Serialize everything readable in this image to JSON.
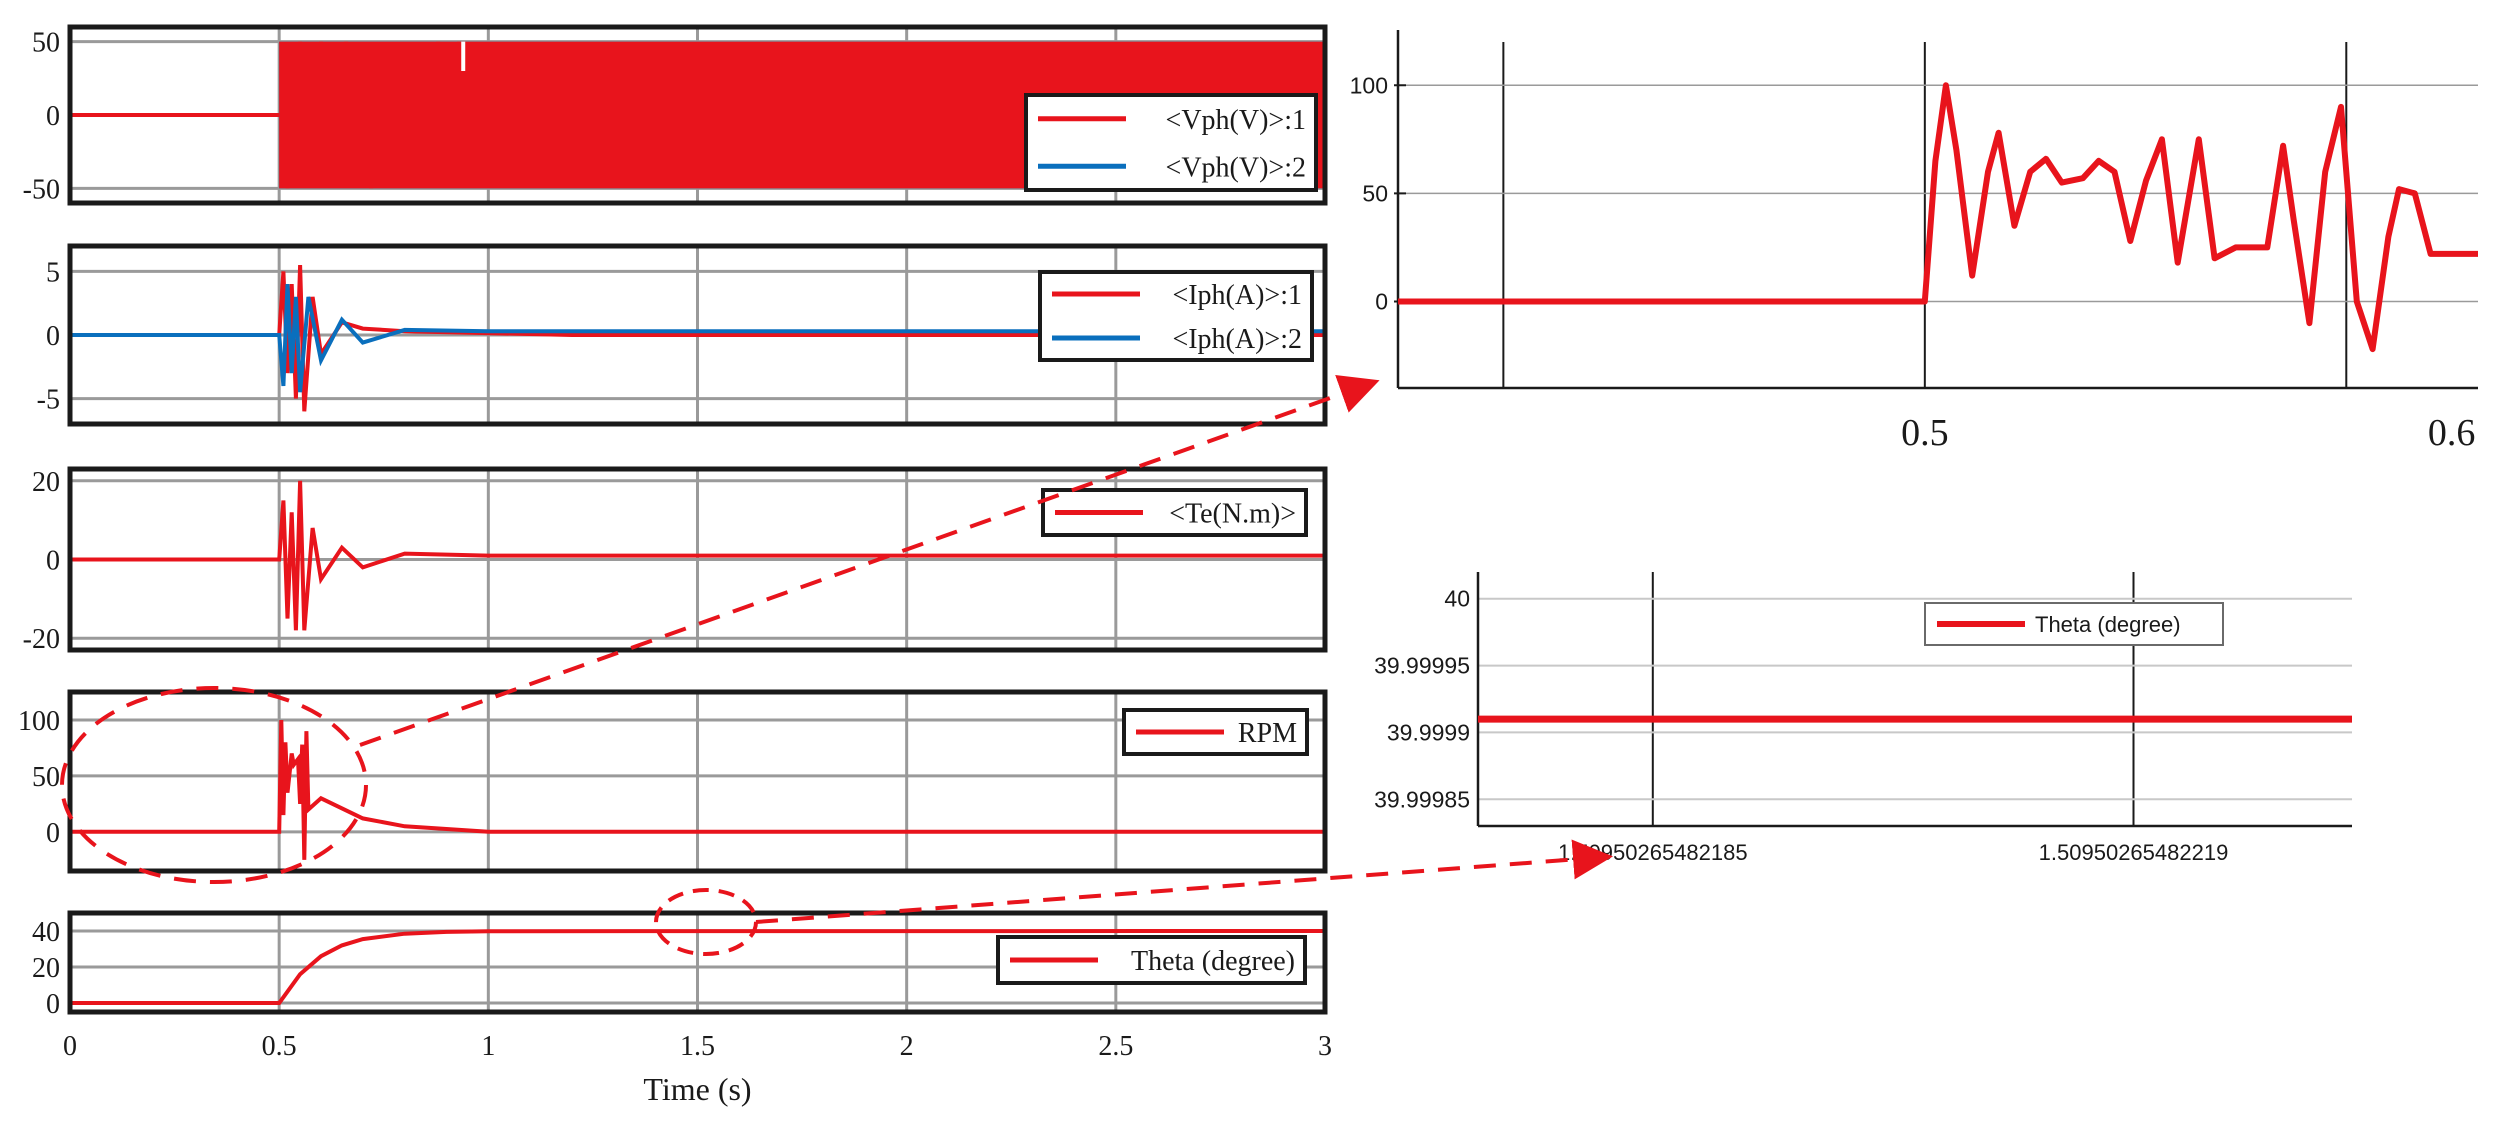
{
  "colors": {
    "series_red": "#e8141c",
    "series_blue": "#0a6fbd",
    "grid_dark": "#9a9a9a",
    "grid_light": "#c8c8c8",
    "axis": "#1a1a1a"
  },
  "chart_data": [
    {
      "id": "vph",
      "type": "line",
      "xlim": [
        0,
        3
      ],
      "ylim": [
        -60,
        60
      ],
      "yticks": [
        {
          "v": 50,
          "label": "50"
        },
        {
          "v": 0,
          "label": "0"
        },
        {
          "v": -50,
          "label": "-50"
        }
      ],
      "xticks": [
        0,
        0.5,
        1,
        1.5,
        2,
        2.5,
        3
      ],
      "legend": [
        "<Vph(V)>:1",
        "<Vph(V)>:2"
      ],
      "series": [
        {
          "name": "<Vph(V)>:1",
          "color": "red",
          "points": [
            [
              0,
              0
            ],
            [
              0.5,
              0
            ],
            [
              0.5,
              50
            ],
            [
              3,
              50
            ],
            [
              3,
              -50
            ],
            [
              0.5,
              -50
            ]
          ]
        },
        {
          "name": "<Vph(V)>:2",
          "color": "blue",
          "points": [
            [
              0,
              0
            ],
            [
              0.5,
              0
            ],
            [
              0.5,
              50
            ],
            [
              3,
              50
            ],
            [
              3,
              -50
            ],
            [
              0.5,
              -50
            ]
          ]
        }
      ]
    },
    {
      "id": "iph",
      "type": "line",
      "xlim": [
        0,
        3
      ],
      "ylim": [
        -7,
        7
      ],
      "yticks": [
        {
          "v": 5,
          "label": "5"
        },
        {
          "v": 0,
          "label": "0"
        },
        {
          "v": -5,
          "label": "-5"
        }
      ],
      "xticks": [
        0,
        0.5,
        1,
        1.5,
        2,
        2.5,
        3
      ],
      "legend": [
        "<Iph(A)>:1",
        "<Iph(A)>:2"
      ],
      "series": [
        {
          "name": "<Iph(A)>:1",
          "color": "red",
          "points": [
            [
              0,
              0
            ],
            [
              0.5,
              0
            ],
            [
              0.51,
              5
            ],
            [
              0.52,
              -3
            ],
            [
              0.53,
              4
            ],
            [
              0.54,
              -5
            ],
            [
              0.55,
              5.5
            ],
            [
              0.56,
              -6
            ],
            [
              0.58,
              3
            ],
            [
              0.6,
              -1.5
            ],
            [
              0.65,
              1
            ],
            [
              0.7,
              0.5
            ],
            [
              0.8,
              0.3
            ],
            [
              1.2,
              0
            ],
            [
              3,
              0
            ]
          ]
        },
        {
          "name": "<Iph(A)>:2",
          "color": "blue",
          "points": [
            [
              0,
              0
            ],
            [
              0.5,
              0
            ],
            [
              0.51,
              -4
            ],
            [
              0.52,
              4
            ],
            [
              0.53,
              -3
            ],
            [
              0.54,
              3
            ],
            [
              0.55,
              -4.5
            ],
            [
              0.57,
              3
            ],
            [
              0.6,
              -2
            ],
            [
              0.65,
              1.2
            ],
            [
              0.7,
              -0.6
            ],
            [
              0.8,
              0.4
            ],
            [
              1,
              0.3
            ],
            [
              3,
              0.3
            ]
          ]
        }
      ]
    },
    {
      "id": "te",
      "type": "line",
      "xlim": [
        0,
        3
      ],
      "ylim": [
        -23,
        23
      ],
      "yticks": [
        {
          "v": 20,
          "label": "20"
        },
        {
          "v": 0,
          "label": "0"
        },
        {
          "v": -20,
          "label": "-20"
        }
      ],
      "xticks": [
        0,
        0.5,
        1,
        1.5,
        2,
        2.5,
        3
      ],
      "legend": [
        "<Te(N.m)>"
      ],
      "series": [
        {
          "name": "<Te(N.m)>",
          "color": "red",
          "points": [
            [
              0,
              0
            ],
            [
              0.5,
              0
            ],
            [
              0.51,
              15
            ],
            [
              0.52,
              -15
            ],
            [
              0.53,
              12
            ],
            [
              0.54,
              -18
            ],
            [
              0.55,
              20
            ],
            [
              0.56,
              -18
            ],
            [
              0.58,
              8
            ],
            [
              0.6,
              -5
            ],
            [
              0.65,
              3
            ],
            [
              0.7,
              -2
            ],
            [
              0.8,
              1.5
            ],
            [
              1,
              1
            ],
            [
              3,
              1
            ]
          ]
        }
      ]
    },
    {
      "id": "rpm",
      "type": "line",
      "xlim": [
        0,
        3
      ],
      "ylim": [
        -35,
        125
      ],
      "yticks": [
        {
          "v": 100,
          "label": "100"
        },
        {
          "v": 50,
          "label": "50"
        },
        {
          "v": 0,
          "label": "0"
        }
      ],
      "xticks": [
        0,
        0.5,
        1,
        1.5,
        2,
        2.5,
        3
      ],
      "legend": [
        "RPM"
      ],
      "series": [
        {
          "name": "RPM",
          "color": "red",
          "points": [
            [
              0,
              0
            ],
            [
              0.5,
              0
            ],
            [
              0.505,
              100
            ],
            [
              0.51,
              15
            ],
            [
              0.515,
              80
            ],
            [
              0.52,
              35
            ],
            [
              0.53,
              70
            ],
            [
              0.535,
              60
            ],
            [
              0.545,
              65
            ],
            [
              0.55,
              25
            ],
            [
              0.555,
              78
            ],
            [
              0.56,
              -25
            ],
            [
              0.565,
              90
            ],
            [
              0.57,
              20
            ],
            [
              0.6,
              30
            ],
            [
              0.7,
              12
            ],
            [
              0.8,
              5
            ],
            [
              1,
              0
            ],
            [
              3,
              0
            ]
          ]
        }
      ]
    },
    {
      "id": "theta",
      "type": "line",
      "xlim": [
        0,
        3
      ],
      "ylim": [
        -5,
        50
      ],
      "yticks": [
        {
          "v": 40,
          "label": "40"
        },
        {
          "v": 20,
          "label": "20"
        },
        {
          "v": 0,
          "label": "0"
        }
      ],
      "xticks": [
        0,
        0.5,
        1,
        1.5,
        2,
        2.5,
        3
      ],
      "xticklabels": [
        "0",
        "0.5",
        "1",
        "1.5",
        "2",
        "2.5",
        "3"
      ],
      "xlabel": "Time (s)",
      "legend": [
        "Theta (degree)"
      ],
      "series": [
        {
          "name": "Theta (degree)",
          "color": "red",
          "points": [
            [
              0,
              0
            ],
            [
              0.5,
              0
            ],
            [
              0.55,
              16
            ],
            [
              0.6,
              26
            ],
            [
              0.65,
              32
            ],
            [
              0.7,
              35.5
            ],
            [
              0.8,
              38.5
            ],
            [
              0.9,
              39.5
            ],
            [
              1,
              39.9
            ],
            [
              3,
              40
            ]
          ]
        }
      ]
    },
    {
      "id": "rpm-zoom",
      "type": "line",
      "xlim": [
        0.4,
        0.605
      ],
      "ylim": [
        -40,
        120
      ],
      "yticks": [
        {
          "v": 100,
          "label": "100"
        },
        {
          "v": 50,
          "label": "50"
        },
        {
          "v": 0,
          "label": "0"
        }
      ],
      "xgrid": [
        0.42,
        0.5,
        0.58
      ],
      "xticks": [
        0.5,
        0.6
      ],
      "xticklabels": [
        "0.5",
        "0.6"
      ],
      "series": [
        {
          "name": "RPM",
          "color": "red",
          "points": [
            [
              0.4,
              0
            ],
            [
              0.5,
              0
            ],
            [
              0.502,
              65
            ],
            [
              0.504,
              100
            ],
            [
              0.506,
              70
            ],
            [
              0.509,
              12
            ],
            [
              0.512,
              60
            ],
            [
              0.514,
              78
            ],
            [
              0.517,
              35
            ],
            [
              0.52,
              60
            ],
            [
              0.523,
              66
            ],
            [
              0.526,
              55
            ],
            [
              0.53,
              57
            ],
            [
              0.533,
              65
            ],
            [
              0.536,
              60
            ],
            [
              0.539,
              28
            ],
            [
              0.542,
              56
            ],
            [
              0.545,
              75
            ],
            [
              0.548,
              18
            ],
            [
              0.552,
              75
            ],
            [
              0.555,
              20
            ],
            [
              0.559,
              25
            ],
            [
              0.565,
              25
            ],
            [
              0.568,
              72
            ],
            [
              0.57,
              38
            ],
            [
              0.573,
              -10
            ],
            [
              0.576,
              60
            ],
            [
              0.579,
              90
            ],
            [
              0.582,
              0
            ],
            [
              0.585,
              -22
            ],
            [
              0.588,
              30
            ],
            [
              0.59,
              52
            ],
            [
              0.593,
              50
            ],
            [
              0.596,
              22
            ],
            [
              0.6,
              22
            ],
            [
              0.605,
              22
            ]
          ]
        }
      ]
    },
    {
      "id": "theta-zoom",
      "type": "line",
      "xlim": [
        0,
        1
      ],
      "ylim": [
        39.99983,
        40.00002
      ],
      "yticks": [
        {
          "v": 40,
          "label": "40"
        },
        {
          "v": 39.99995,
          "label": "39.99995"
        },
        {
          "v": 39.9999,
          "label": "39.9999"
        },
        {
          "v": 39.99985,
          "label": "39.99985"
        }
      ],
      "xgrid": [
        0.2,
        0.75
      ],
      "xticklabels": [
        {
          "v": 0.2,
          "label": "1.509502654821 85"
        },
        {
          "v": 0.75,
          "label": "1.509502654822 19"
        }
      ],
      "legend": [
        "Theta (degree)"
      ],
      "series": [
        {
          "name": "Theta (degree)",
          "color": "red",
          "points": [
            [
              0,
              39.99991
            ],
            [
              1,
              39.99991
            ]
          ]
        }
      ]
    }
  ]
}
